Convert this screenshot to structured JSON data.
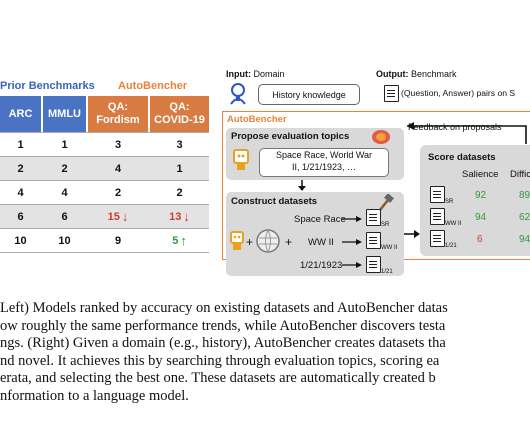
{
  "left": {
    "prior_label": "Prior Benchmarks",
    "auto_label": "AutoBencher",
    "headers": [
      "ARC",
      "MMLU",
      "QA:\nFordism",
      "QA:\nCOVID-19"
    ],
    "rows": [
      [
        "1",
        "1",
        "3",
        "3"
      ],
      [
        "2",
        "2",
        "4",
        "1"
      ],
      [
        "4",
        "4",
        "2",
        "2"
      ],
      [
        "6",
        "6",
        "15",
        "13"
      ],
      [
        "10",
        "10",
        "9",
        "5"
      ]
    ],
    "arrows": {
      "down": "↓",
      "up": "↑"
    },
    "colors": {
      "blue": "#4a73c4",
      "orange": "#d97c44",
      "red": "#d43a2a",
      "green": "#2e9a3e"
    }
  },
  "right": {
    "input_label": "Input:",
    "input_value": "Domain",
    "output_label": "Output:",
    "output_value": "Benchmark",
    "history_box": "History knowledge",
    "output_desc": "(Question, Answer) pairs on S",
    "autobencher_title": "AutoBencher",
    "feedback": "Feedback on proposals",
    "propose_title": "Propose evaluation topics",
    "topics_text_1": "Space Race, World War",
    "topics_text_2": "II, 1/21/1923, …",
    "construct_title": "Construct datasets",
    "topic_a": "Space Race",
    "topic_b": "WW II",
    "topic_c": "1/21/1923",
    "plus": "+",
    "doc_labels": [
      "SR",
      "WW II",
      "1/21"
    ],
    "score_title": "Score datasets",
    "salience_label": "Salience",
    "difficulty_label": "Diffic",
    "salience": [
      "92",
      "94",
      "6"
    ],
    "difficulty": [
      "89",
      "62",
      "94"
    ],
    "colors": {
      "salience_green": "#2e9a3e",
      "salience_red": "#d43a2a",
      "orange": "#e8823c"
    }
  },
  "caption": [
    "Left) Models ranked by accuracy on existing datasets and AutoBencher datas",
    "ow roughly the same performance trends, while AutoBencher discovers testa",
    "ngs. (Right) Given a domain (e.g., history), AutoBencher creates datasets tha",
    "nd novel. It achieves this by searching through evaluation topics, scoring ea",
    "erata, and selecting the best one. These datasets are automatically created b",
    "nformation to a language model."
  ]
}
